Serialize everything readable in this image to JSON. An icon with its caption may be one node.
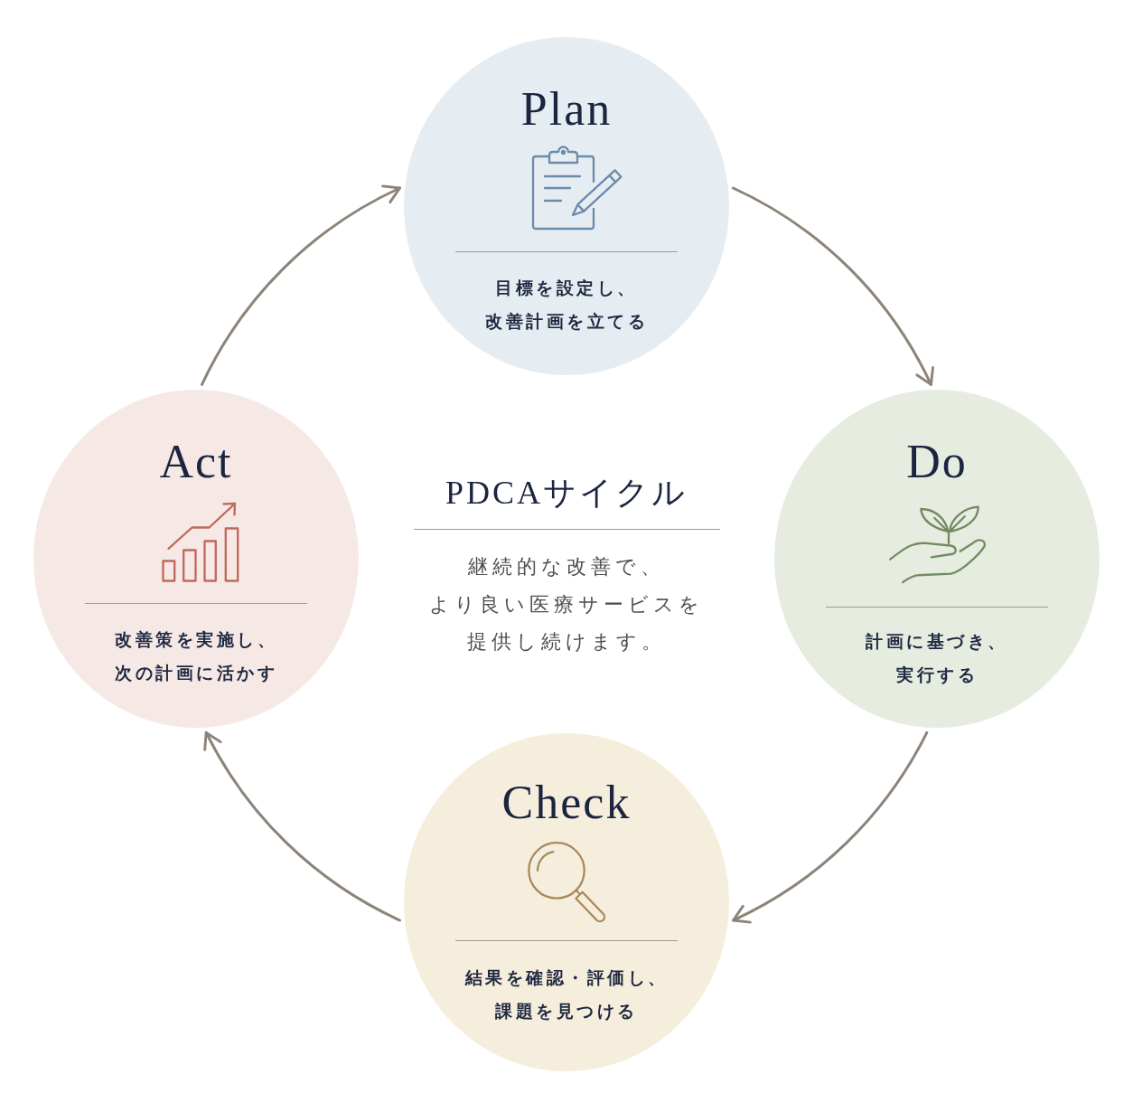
{
  "diagram": {
    "title": "PDCAサイクル",
    "nodes": [
      {
        "text": [
          "Plan",
          "目標を設定し、改善計画を立てる"
        ]
      },
      {
        "text": [
          "Act",
          "改善策を実施し、次の計画に活かす"
        ]
      },
      {
        "text": [
          "Do",
          "計画に基づき、実行する"
        ]
      },
      {
        "text": [
          "Check",
          "結果を確認・評価し、課題を見つける"
        ]
      }
    ],
    "edges": [
      {
        "from": 0,
        "to": 2,
        "arrow": "to"
      },
      {
        "from": 2,
        "to": 3,
        "arrow": "to"
      },
      {
        "from": 3,
        "to": 1,
        "arrow": "to"
      },
      {
        "from": 1,
        "to": 0,
        "arrow": "to"
      }
    ],
    "labels": [
      "継続的な改善で、より良い医療サービスを提供し続けます。"
    ]
  }
}
